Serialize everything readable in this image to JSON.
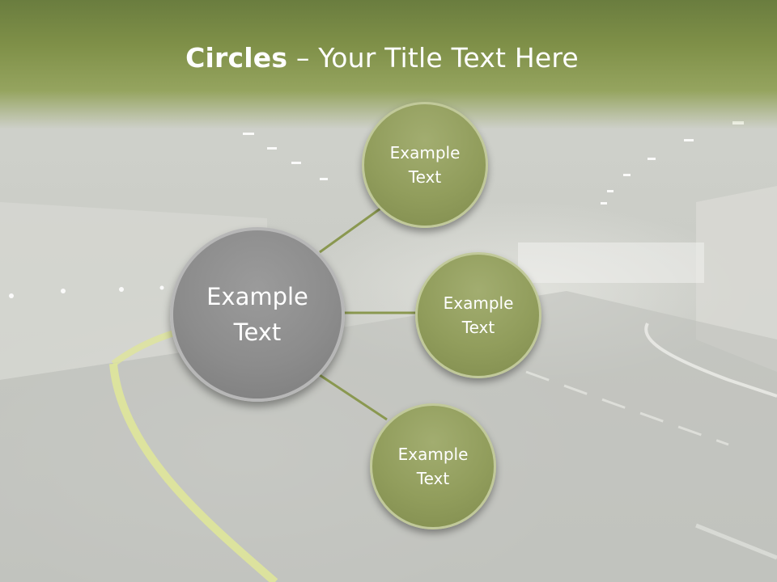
{
  "title": {
    "bold": "Circles",
    "rest": " – Your Title Text Here"
  },
  "diagram": {
    "center": {
      "line1": "Example",
      "line2": "Text"
    },
    "nodes": [
      {
        "line1": "Example",
        "line2": "Text"
      },
      {
        "line1": "Example",
        "line2": "Text"
      },
      {
        "line1": "Example",
        "line2": "Text"
      }
    ]
  },
  "colors": {
    "header": "#7f9048",
    "node_fill": "#919d5c",
    "center_fill": "#8c8c8c",
    "connector": "#8a9850"
  }
}
